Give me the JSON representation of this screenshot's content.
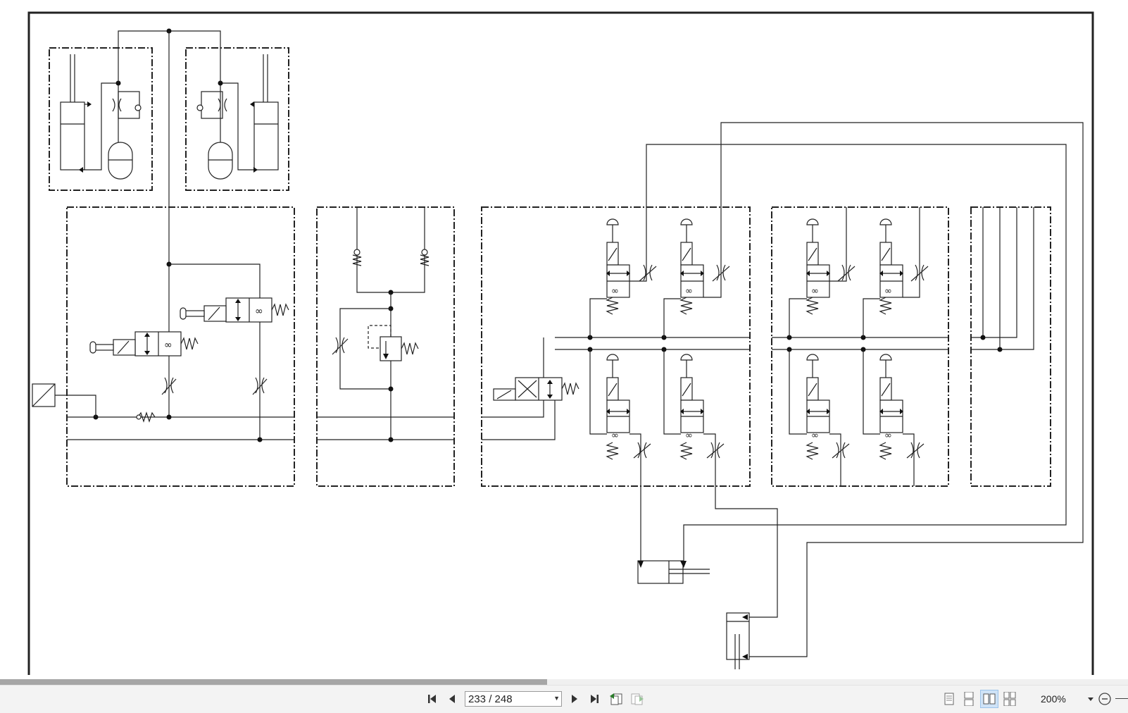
{
  "toolbar": {
    "page_value": "233 / 248",
    "zoom_level": "200%",
    "icons": [
      "first-page-icon",
      "previous-page-icon",
      "next-page-icon",
      "last-page-icon",
      "previous-view-icon",
      "next-view-icon",
      "single-page-view-icon",
      "single-page-continuous-view-icon",
      "two-page-view-icon",
      "two-page-continuous-view-icon",
      "zoom-dropdown-icon",
      "zoom-out-icon"
    ]
  },
  "scrollbar": {
    "position_fraction": 0.0,
    "visible_fraction": 0.485
  },
  "colors": {
    "line": "#222222",
    "toolbar_bg": "#f3f3f3",
    "scroll_thumb": "#a6a6a6",
    "active_view": "#cfe3f7"
  }
}
